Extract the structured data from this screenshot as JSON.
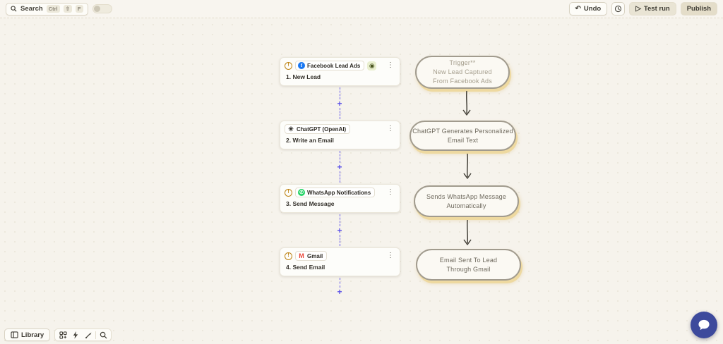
{
  "topbar": {
    "search_label": "Search",
    "search_keys": {
      "k1": "Ctrl",
      "k2": "⇧",
      "k3": "F"
    },
    "undo_label": "Undo",
    "test_run_label": "Test run",
    "publish_label": "Publish"
  },
  "icons": {
    "undo": "↶",
    "play": "▷",
    "kebab": "⋮",
    "plus": "+",
    "warning": "!",
    "facebook": "f",
    "openai": "✳",
    "whatsapp": "✆",
    "gmail": "M",
    "instant": "◉",
    "chat": "💬"
  },
  "steps": [
    {
      "app": "Facebook Lead Ads",
      "title": "1. New Lead"
    },
    {
      "app": "ChatGPT (OpenAI)",
      "title": "2. Write an Email"
    },
    {
      "app": "WhatsApp Notifications",
      "title": "3. Send Message"
    },
    {
      "app": "Gmail",
      "title": "4. Send Email"
    }
  ],
  "annotations": [
    {
      "line1": "Trigger**",
      "line2": "New Lead Captured",
      "line3": "From Facebook Ads"
    },
    {
      "line1": "ChatGPT Generates Personalized",
      "line2": "Email Text"
    },
    {
      "line1": "Sends WhatsApp Message",
      "line2": "Automatically"
    },
    {
      "line1": "Email Sent To Lead",
      "line2": "Through Gmail"
    }
  ],
  "bottombar": {
    "library_label": "Library"
  },
  "colors": {
    "background": "#f6f3ec",
    "accent_purple": "#5b50e8",
    "annotation_border": "#a19b8e",
    "annotation_shadow": "#eed9a0",
    "warning_orange": "#bd8314",
    "facebook_blue": "#1877F2",
    "whatsapp_green": "#25D366",
    "gmail_red": "#EA4335",
    "chat_bubble_indigo": "#3d4a9c"
  }
}
